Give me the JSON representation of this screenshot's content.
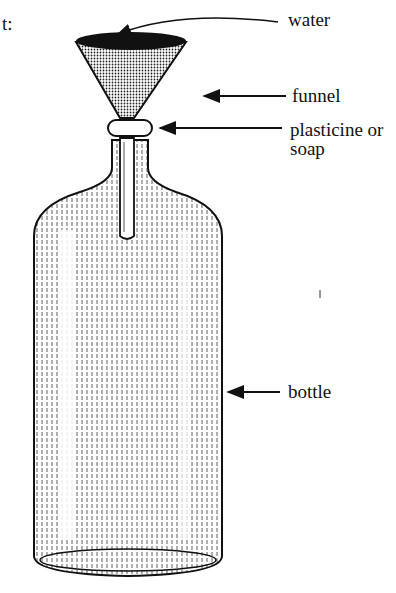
{
  "diagram": {
    "labels": [
      "t:",
      "water",
      "funnel",
      "plasticine or soap",
      "bottle"
    ]
  }
}
